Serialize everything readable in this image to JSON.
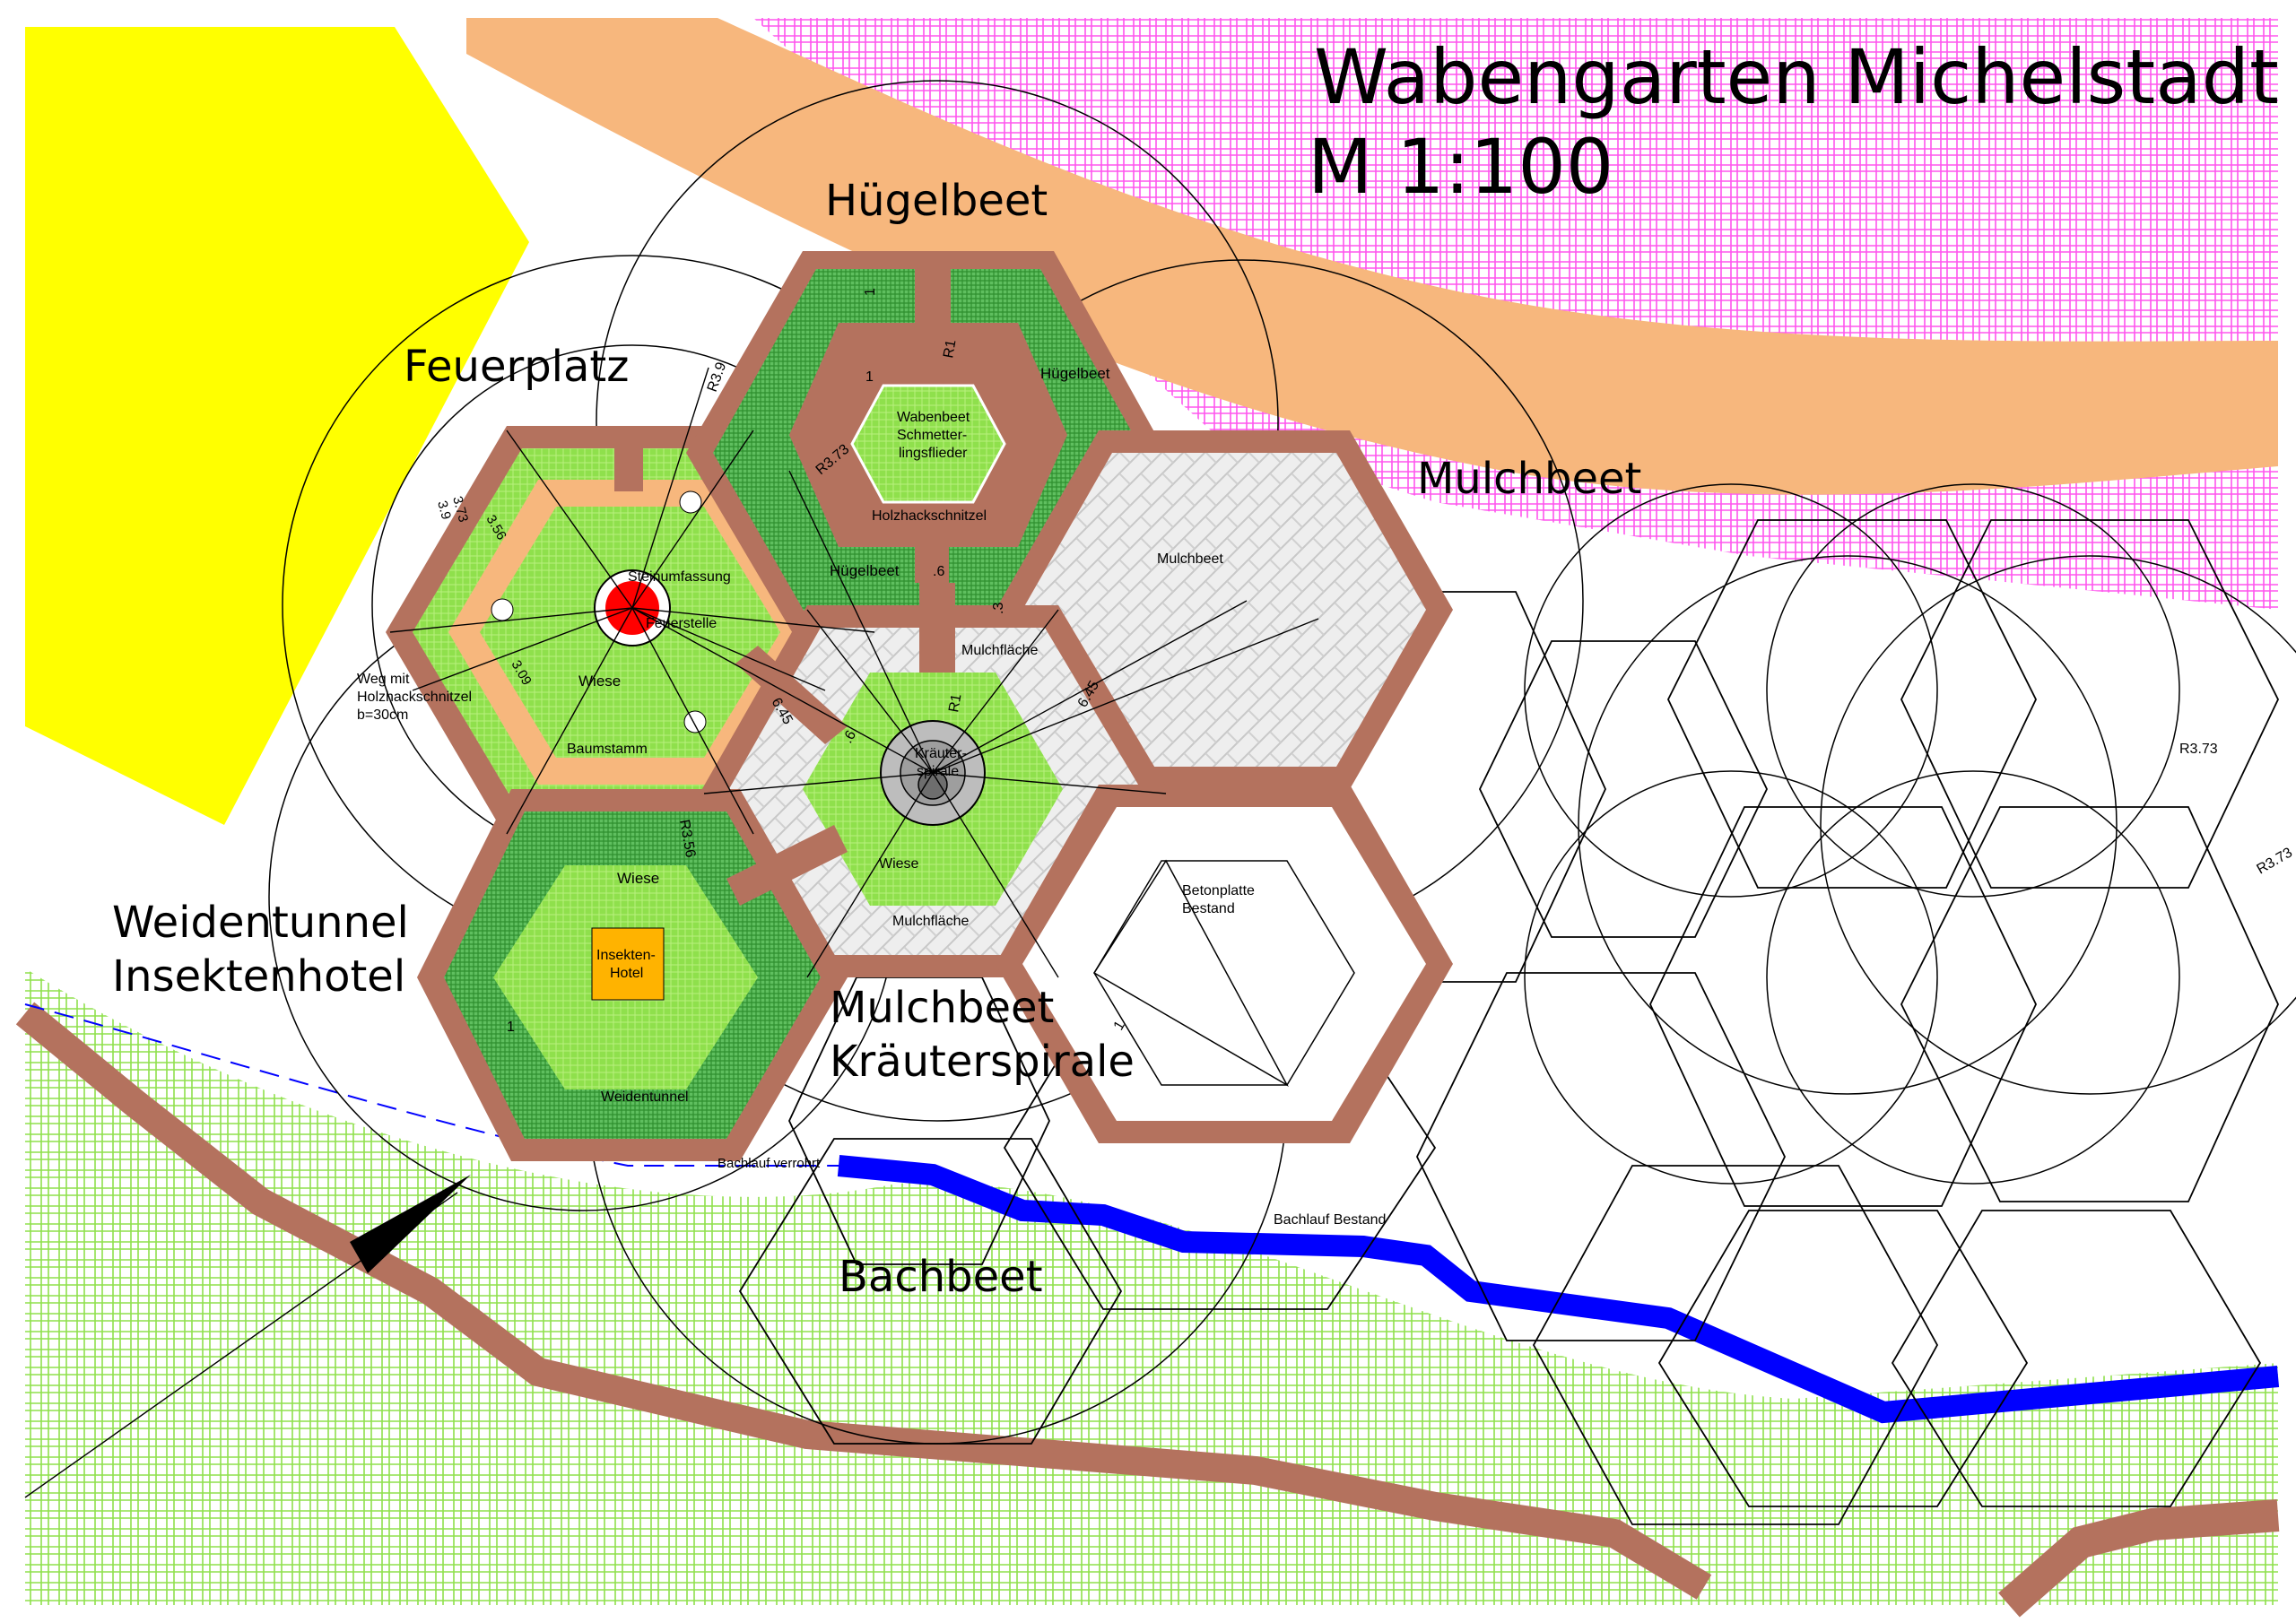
{
  "title": "Wabengarten Michelstadt",
  "scale": "M  1:100",
  "areas": {
    "huegelbeet": "Hügelbeet",
    "feuerplatz": "Feuerplatz",
    "mulchbeet": "Mulchbeet",
    "weidentunnel": "Weidentunnel",
    "insektenhotel": "Insektenhotel",
    "mulchbeet_kr": "Mulchbeet",
    "kraeuterspirale": "Kräuterspirale",
    "bachbeet": "Bachbeet"
  },
  "labels": {
    "huegelbeet_a": "Hügelbeet",
    "huegelbeet_b": "Hügelbeet",
    "wabenbeet": "Wabenbeet",
    "schmetterling1": "Schmetter-",
    "schmetterling2": "lingsflieder",
    "holzhack": "Holzhackschnitzel",
    "steinumfassung": "Steinumfassung",
    "feuerstelle": "Feuerstelle",
    "wiese1": "Wiese",
    "baumstamm": "Baumstamm",
    "weg1": "Weg mit",
    "weg2": "Holzhackschnitzel",
    "weg3": "b=30cm",
    "mulchbeet_small": "Mulchbeet",
    "mulchflaeche1": "Mulchfläche",
    "mulchflaeche2": "Mulchfläche",
    "kraeuter1": "Kräuter-",
    "kraeuter2": "spirale",
    "wiese2": "Wiese",
    "wiese3": "Wiese",
    "insekten1": "Insekten-",
    "insekten2": "Hotel",
    "weidentunnel_small": "Weidentunnel",
    "betonplatte1": "Betonplatte",
    "betonplatte2": "Bestand",
    "bachlauf_verrohrt": "Bachlauf verrohrt",
    "bachlauf_bestand": "Bachlauf Bestand"
  },
  "dims": {
    "r39": "R3.9",
    "r373": "R3.73",
    "r356": "R3.56",
    "r1a": "R1",
    "r1b": "R1",
    "r373b": "R3.73",
    "r373c": "R3.73",
    "d1a": "1",
    "d1b": "1",
    "d1c": "1",
    "d1d": "1",
    "d06": ".6",
    "d03": ".3",
    "d645a": "6.45",
    "d645b": "6.45",
    "d06b": ".6",
    "d39": "3.9",
    "d373": "3.73",
    "d356": "3.56",
    "d309": "3.09"
  },
  "colors": {
    "yellow": "#ffff00",
    "path": "#f7b77d",
    "pink": "#ff55ee",
    "frame": "#b4725e",
    "lightgreen": "#8fe04c",
    "darkgreen": "#3aa53a",
    "fire": "#ff0000",
    "water": "#0000ff",
    "hotel": "#ffb300"
  }
}
